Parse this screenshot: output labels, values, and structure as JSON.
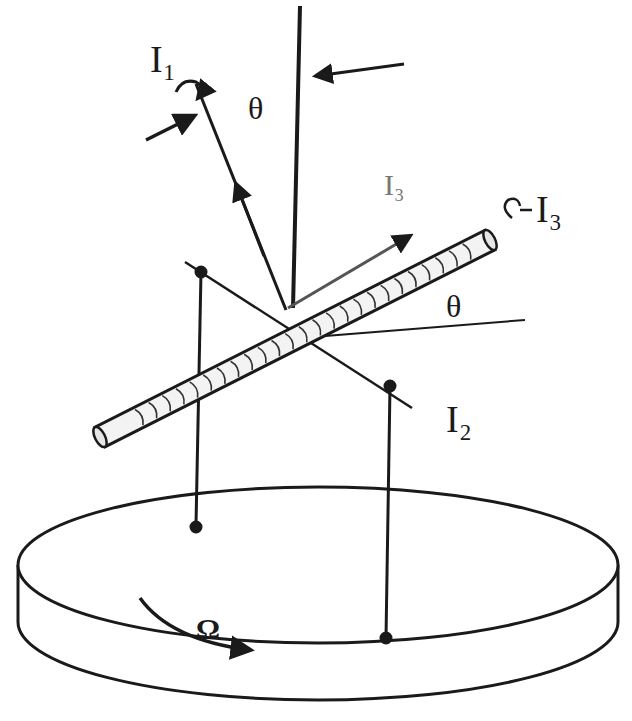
{
  "diagram": {
    "labels": [
      "I₁",
      "θ",
      "I₃",
      "I₃",
      "θ",
      "I₂",
      "Ω"
    ]
  }
}
